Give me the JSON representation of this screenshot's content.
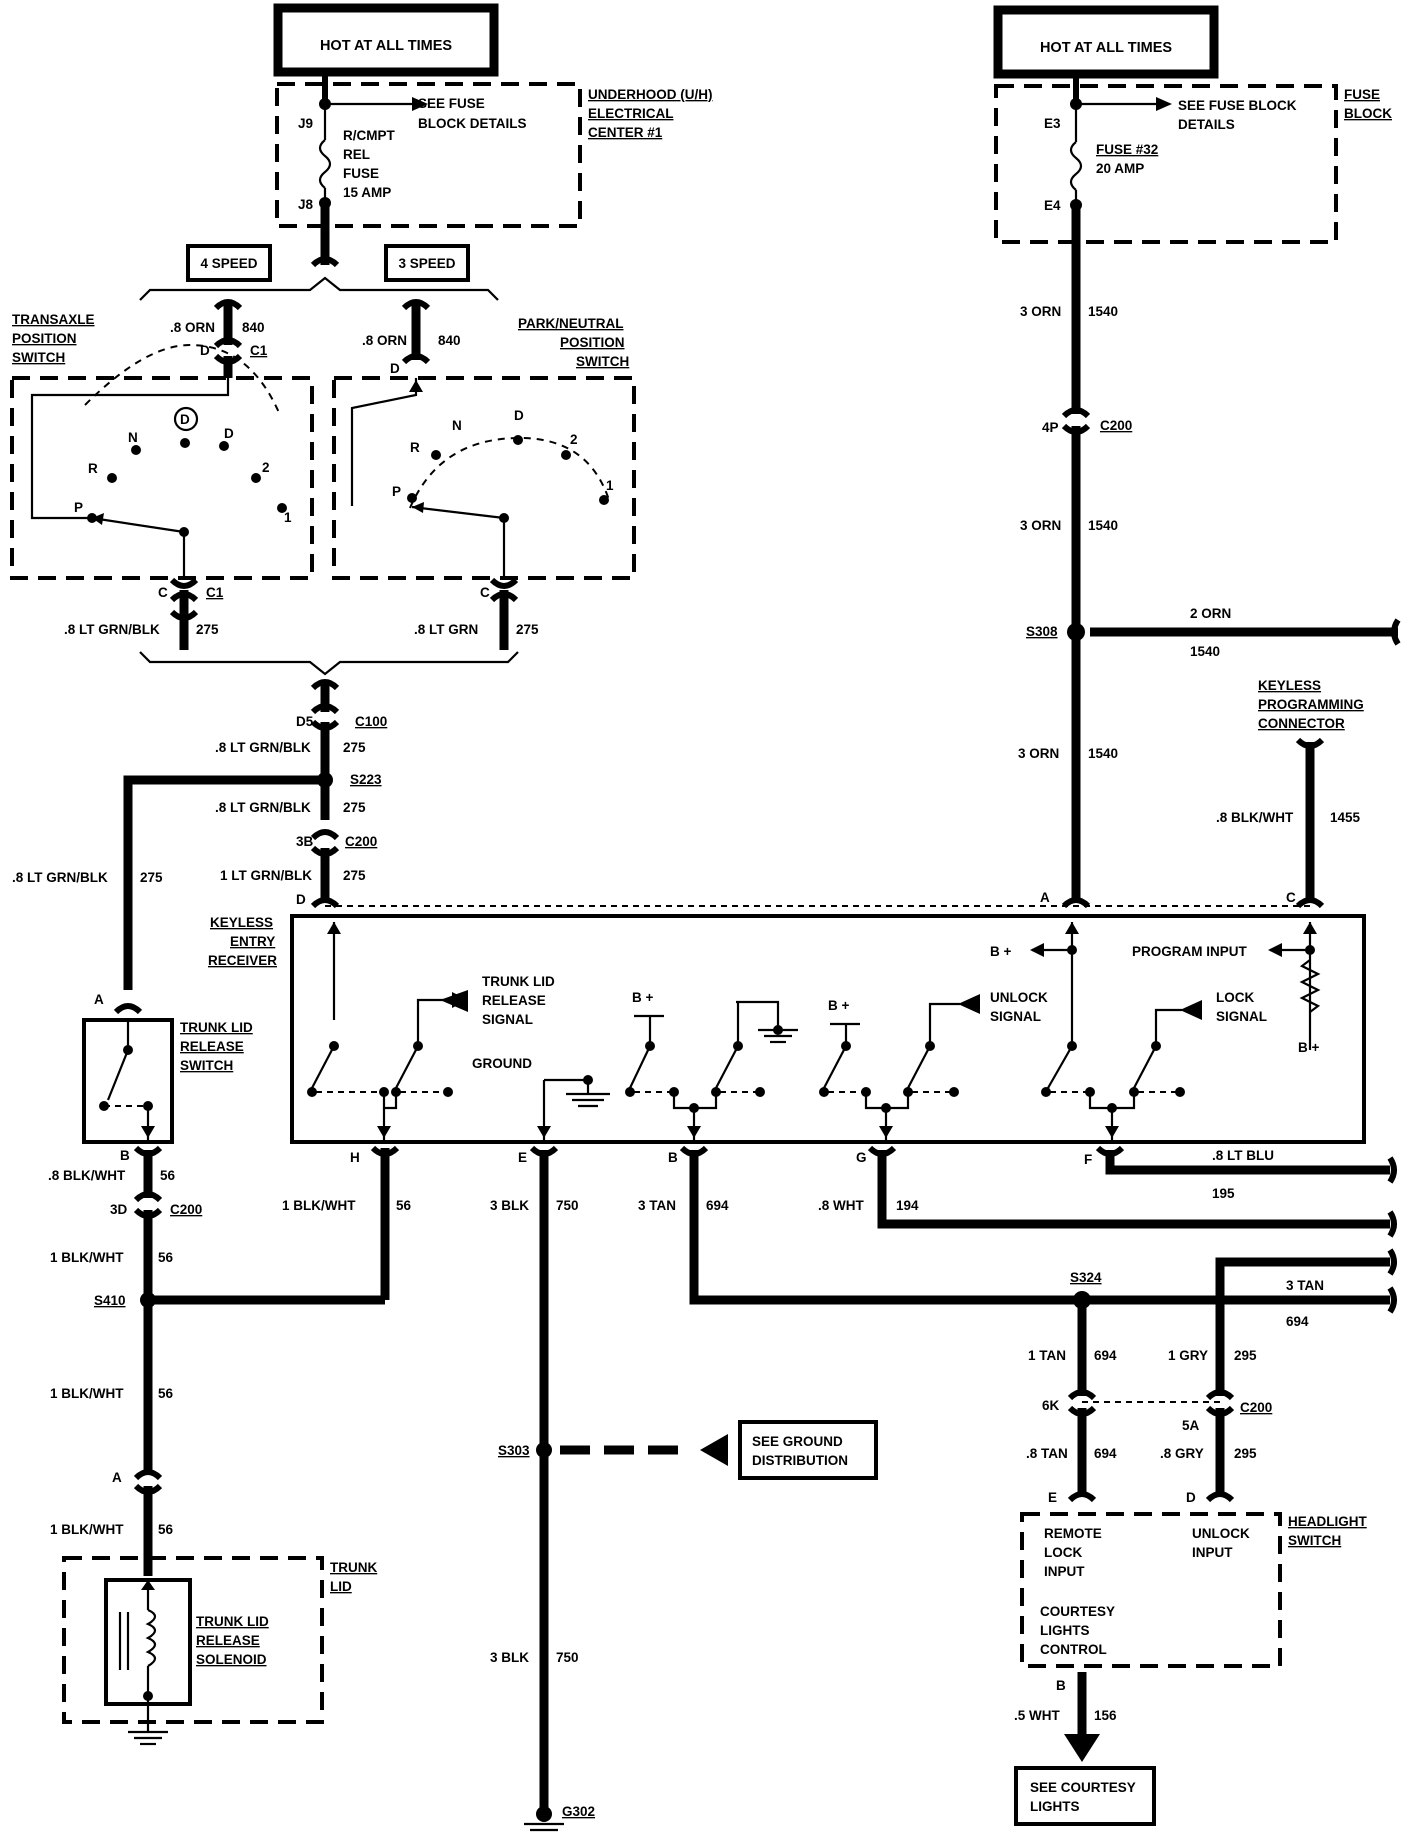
{
  "hot_left": "HOT AT ALL TIMES",
  "hot_right": "HOT AT ALL TIMES",
  "uh": {
    "see_fuse_1": "SEE FUSE",
    "see_fuse_2": "BLOCK DETAILS",
    "name_1": "UNDERHOOD (U/H)",
    "name_2": "ELECTRICAL",
    "name_3": "CENTER #1",
    "j9": "J9",
    "j8": "J8",
    "fuse_1": "R/CMPT",
    "fuse_2": "REL",
    "fuse_3": "FUSE",
    "fuse_4": "15 AMP"
  },
  "fb": {
    "see_1": "SEE FUSE BLOCK",
    "see_2": "DETAILS",
    "name_1": "FUSE",
    "name_2": "BLOCK",
    "e3": "E3",
    "e4": "E4",
    "fuse_1": "FUSE #32",
    "fuse_2": "20 AMP"
  },
  "speed4": "4 SPEED",
  "speed3": "3 SPEED",
  "tps": [
    "TRANSAXLE",
    "POSITION",
    "SWITCH"
  ],
  "pnp": [
    "PARK/NEUTRAL",
    "POSITION",
    "SWITCH"
  ],
  "ker": [
    "KEYLESS",
    "ENTRY",
    "RECEIVER"
  ],
  "kpc": [
    "KEYLESS",
    "PROGRAMMING",
    "CONNECTOR"
  ],
  "tlrs": [
    "TRUNK LID",
    "RELEASE",
    "SWITCH"
  ],
  "trunk": [
    "TRUNK",
    "LID"
  ],
  "sol": [
    "TRUNK LID",
    "RELEASE",
    "SOLENOID"
  ],
  "hls": [
    "HEADLIGHT",
    "SWITCH"
  ],
  "hls_inside": {
    "remote": [
      "REMOTE",
      "LOCK",
      "INPUT"
    ],
    "unlock": [
      "UNLOCK",
      "INPUT"
    ],
    "courtesy": [
      "COURTESY",
      "LIGHTS",
      "CONTROL"
    ]
  },
  "signals": {
    "trunk": [
      "TRUNK LID",
      "RELEASE",
      "SIGNAL"
    ],
    "ground": "GROUND",
    "unlock": [
      "UNLOCK",
      "SIGNAL"
    ],
    "lock": [
      "LOCK",
      "SIGNAL"
    ],
    "program": "PROGRAM INPUT",
    "bplus": "B +"
  },
  "gear_letters": [
    "P",
    "R",
    "N",
    "D",
    "D",
    "2",
    "1"
  ],
  "gear_letters_3": [
    "P",
    "R",
    "N",
    "D",
    "2",
    "1"
  ],
  "wires": {
    "w840a_c": ".8 ORN",
    "w840a_n": "840",
    "w840b_c": ".8 ORN",
    "w840b_n": "840",
    "w275a_c": ".8 LT GRN/BLK",
    "w275a_n": "275",
    "w275b_c": ".8 LT GRN",
    "w275b_n": "275",
    "w275c_c": ".8 LT GRN/BLK",
    "w275c_n": "275",
    "w275d_c": ".8 LT GRN/BLK",
    "w275d_n": "275",
    "w275e_c": "1 LT GRN/BLK",
    "w275e_n": "275",
    "w275f_c": ".8 LT GRN/BLK",
    "w275f_n": "275",
    "w1540a_c": "3 ORN",
    "w1540a_n": "1540",
    "w1540b_c": "3 ORN",
    "w1540b_n": "1540",
    "w1540c_c": "2 ORN",
    "w1540c_n": "1540",
    "w1540d_c": "3 ORN",
    "w1540d_n": "1540",
    "w1455_c": ".8 BLK/WHT",
    "w1455_n": "1455",
    "w56a_c": "1 BLK/WHT",
    "w56a_n": "56",
    "w56b_c": ".8 BLK/WHT",
    "w56b_n": "56",
    "w56c_c": "1 BLK/WHT",
    "w56c_n": "56",
    "w56d_c": "1 BLK/WHT",
    "w56d_n": "56",
    "w56e_c": "1 BLK/WHT",
    "w56e_n": "56",
    "w750a_c": "3 BLK",
    "w750a_n": "750",
    "w750b_c": "3 BLK",
    "w750b_n": "750",
    "w694a_c": "3 TAN",
    "w694a_n": "694",
    "w694b_c": "3 TAN",
    "w694b_n": "694",
    "w694c_c": "1 TAN",
    "w694c_n": "694",
    "w694d_c": ".8 TAN",
    "w694d_n": "694",
    "w194_c": ".8 WHT",
    "w194_n": "194",
    "w195_c": ".8 LT BLU",
    "w195_n": "195",
    "w295a_c": "1 GRY",
    "w295a_n": "295",
    "w295b_c": ".8 GRY",
    "w295b_n": "295",
    "w156_c": ".5 WHT",
    "w156_n": "156"
  },
  "conn": {
    "c1": "C1",
    "c100": "C100",
    "c200": "C200",
    "d": "D",
    "c": "C",
    "d5": "D5",
    "c3b": "3B",
    "c3d": "3D",
    "c4p": "4P",
    "c6k": "6K",
    "c5a": "5A",
    "a": "A",
    "b": "B",
    "e": "E",
    "f": "F",
    "g": "G",
    "h": "H"
  },
  "splices": {
    "s223": "S223",
    "s308": "S308",
    "s410": "S410",
    "s303": "S303",
    "s324": "S324",
    "g302": "G302"
  },
  "see_ground": [
    "SEE GROUND",
    "DISTRIBUTION"
  ],
  "see_courtesy": [
    "SEE COURTESY",
    "LIGHTS"
  ]
}
